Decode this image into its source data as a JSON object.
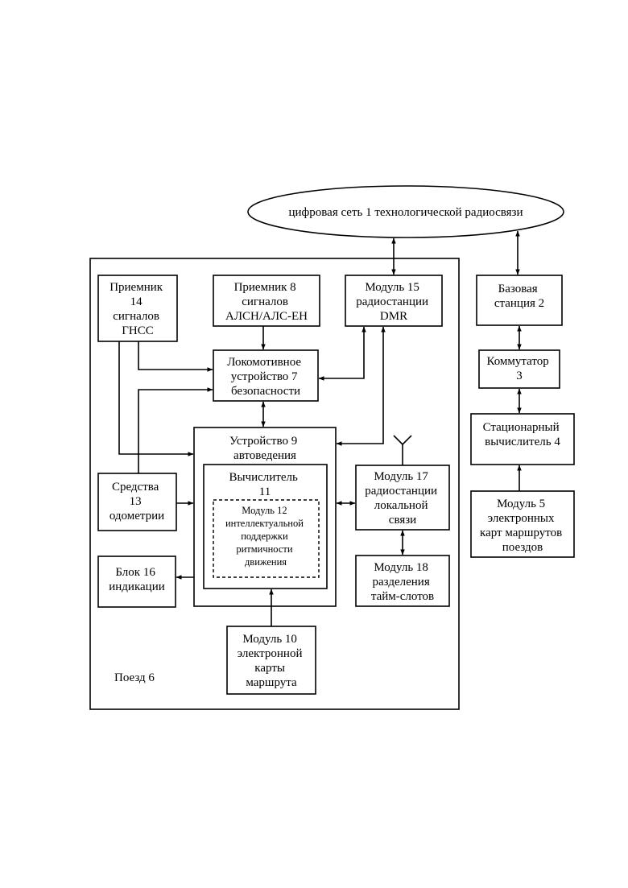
{
  "network": {
    "label": "цифровая сеть 1 технологической радиосвязи"
  },
  "train": {
    "label": "Поезд 6"
  },
  "blocks": {
    "receiver14": [
      "Приемник",
      "14",
      "сигналов",
      "ГНСС"
    ],
    "receiver8": [
      "Приемник 8",
      "сигналов",
      "АЛСН/АЛС-ЕН"
    ],
    "dmr15": [
      "Модуль 15",
      "радиостанции",
      "DMR"
    ],
    "safety7": [
      "Локомотивное",
      "устройство 7",
      "безопасности"
    ],
    "autodrive9": [
      "Устройство 9",
      "автоведения"
    ],
    "calc11": [
      "Вычислитель",
      "11"
    ],
    "module12": [
      "Модуль 12",
      "интеллектуальной",
      "поддержки",
      "ритмичности",
      "движения"
    ],
    "odometry13": [
      "Средства",
      "13",
      "одометрии"
    ],
    "display16": [
      "Блок 16",
      "индикации"
    ],
    "local17": [
      "Модуль 17",
      "радиостанции",
      "локальной",
      "связи"
    ],
    "timeslot18": [
      "Модуль 18",
      "разделения",
      "тайм-слотов"
    ],
    "map10": [
      "Модуль 10",
      "электронной",
      "карты",
      "маршрута"
    ],
    "base2": [
      "Базовая",
      "станция 2"
    ],
    "switch3": [
      "Коммутатор",
      "3"
    ],
    "stationary4": [
      "Стационарный",
      "вычислитель 4"
    ],
    "maps5": [
      "Модуль 5",
      "электронных",
      "карт маршрутов",
      "поездов"
    ]
  }
}
